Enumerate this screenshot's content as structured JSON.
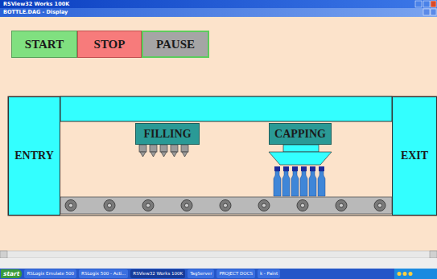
{
  "diagram": {
    "nodes": [
      {
        "text": [
          "START"
        ]
      },
      {
        "text": [
          "STOP"
        ]
      },
      {
        "text": [
          "PAUSE"
        ]
      },
      {
        "text": [
          "ENTRY"
        ]
      },
      {
        "text": [
          "FILLING"
        ]
      },
      {
        "text": [
          "CAPPING"
        ]
      },
      {
        "text": [
          "EXIT"
        ]
      }
    ],
    "labels": [
      "RSView32 Works 100K",
      "BOTTLE.DAG - Display",
      "start",
      "RSLogix Emulate 500",
      "RSLogix 500 - Acti...",
      "RSView32 Works 100K",
      "TagServer",
      "PROJECT DOCS",
      "k - Paint"
    ]
  }
}
